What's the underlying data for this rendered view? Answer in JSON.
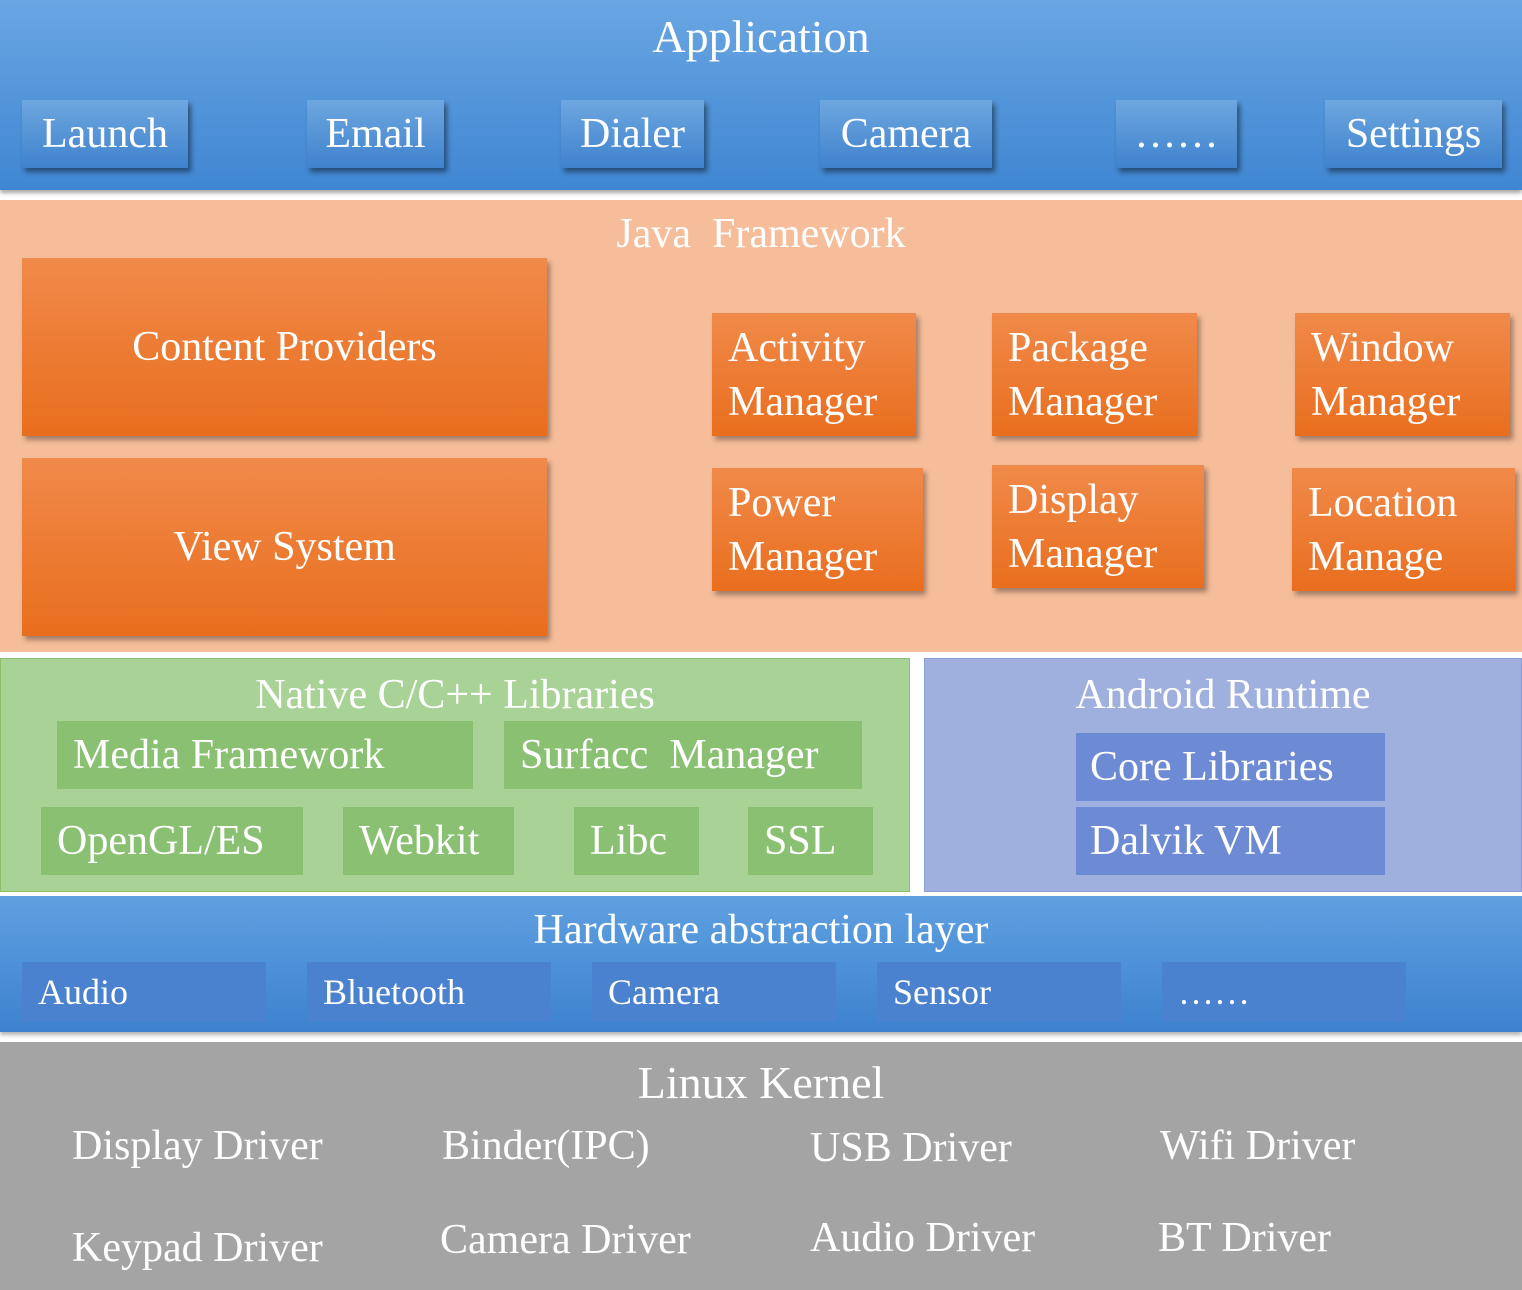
{
  "application": {
    "title": "Application",
    "apps": [
      "Launch",
      "Email",
      "Dialer",
      "Camera",
      "……",
      "Settings"
    ]
  },
  "java_framework": {
    "title": "Java  Framework",
    "content_providers": "Content Providers",
    "view_system": "View System",
    "managers": [
      {
        "line1": "Activity",
        "line2": "Manager"
      },
      {
        "line1": "Package",
        "line2": "Manager"
      },
      {
        "line1": "Window",
        "line2": "Manager"
      },
      {
        "line1": "Power",
        "line2": "Manager"
      },
      {
        "line1": "Display",
        "line2": "Manager"
      },
      {
        "line1": "Location",
        "line2": "Manage"
      }
    ]
  },
  "native_libraries": {
    "title": "Native C/C++ Libraries",
    "items": [
      "Media Framework",
      "Surfacc  Manager",
      "OpenGL/ES",
      "Webkit",
      "Libc",
      "SSL"
    ]
  },
  "android_runtime": {
    "title": "Android Runtime",
    "items": [
      "Core Libraries",
      "Dalvik VM"
    ]
  },
  "hal": {
    "title": "Hardware abstraction layer",
    "items": [
      "Audio",
      "Bluetooth",
      "Camera",
      "Sensor",
      "……"
    ]
  },
  "linux_kernel": {
    "title": "Linux Kernel",
    "drivers": [
      "Display Driver",
      "Binder(IPC)",
      "USB Driver",
      "Wifi Driver",
      "Keypad Driver",
      "Camera Driver",
      "Audio Driver",
      "BT Driver"
    ]
  },
  "colors": {
    "application": "#4a8fd8",
    "java_framework_bg": "#f6bd9a",
    "java_framework_box": "#ec7a2f",
    "native_bg": "#a9d396",
    "native_box": "#8ac072",
    "runtime_bg": "#9fb0de",
    "runtime_box": "#6d8ad5",
    "hal": "#4a88d4",
    "kernel": "#a4a4a4"
  }
}
